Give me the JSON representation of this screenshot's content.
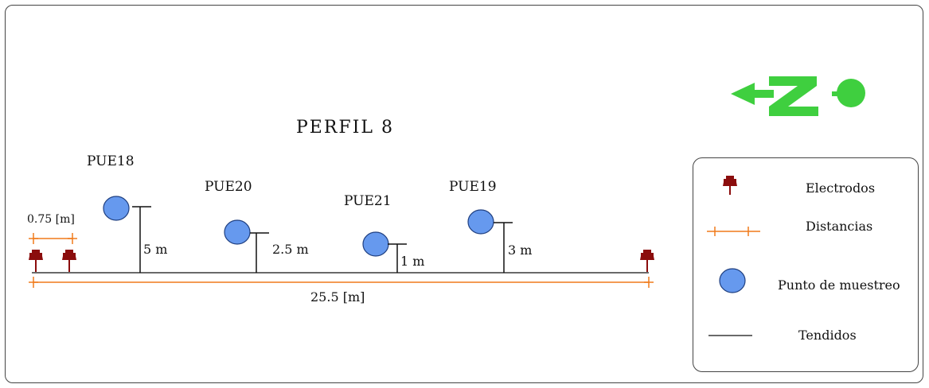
{
  "title": "PERFIL 8",
  "points": [
    {
      "name": "PUE18",
      "depth": "5 m"
    },
    {
      "name": "PUE20",
      "depth": "2.5 m"
    },
    {
      "name": "PUE21",
      "depth": "1 m"
    },
    {
      "name": "PUE19",
      "depth": "3 m"
    }
  ],
  "distances": {
    "electrode_spacing": "0.75 [m]",
    "total_length": "25.5 [m]"
  },
  "legend": {
    "electrodes": "Electrodos",
    "distances": "Distancias",
    "sampling_point": "Punto de muestreo",
    "lines": "Tendidos"
  },
  "colors": {
    "electrode": "#8b0d0d",
    "distance": "#f07a1a",
    "point_fill": "#6699ee",
    "point_stroke": "#1f3f80",
    "north_arrow": "#3fcf3f"
  },
  "icons": {
    "north": "north-arrow-icon",
    "electrode": "pushpin-icon"
  }
}
